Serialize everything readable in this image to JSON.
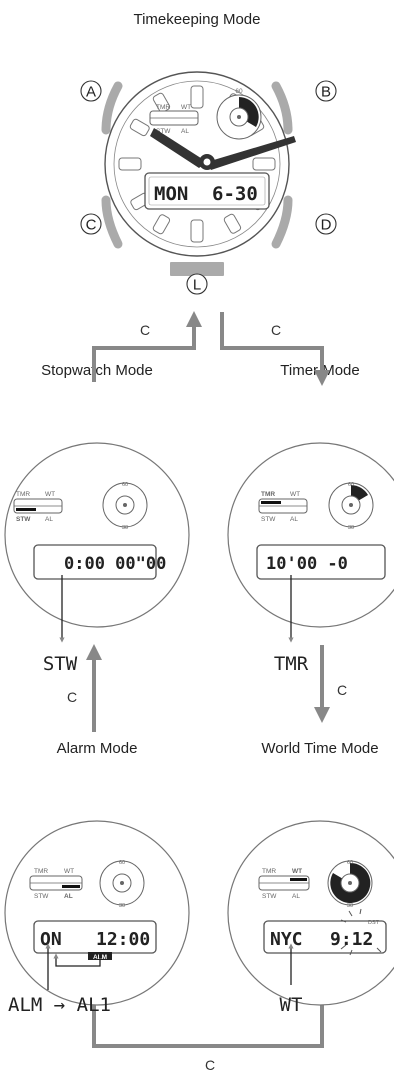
{
  "titles": {
    "timekeeping": "Timekeeping Mode",
    "stopwatch": "Stopwatch Mode",
    "timer": "Timer Mode",
    "alarm": "Alarm Mode",
    "worldtime": "World Time Mode"
  },
  "buttons": {
    "a": "A",
    "b": "B",
    "c": "C",
    "d": "D",
    "l": "L"
  },
  "arrow_label": "C",
  "subdial": {
    "tmr": "TMR",
    "wt": "WT",
    "stw": "STW",
    "al": "AL",
    "sixty": "60",
    "thirty": "30"
  },
  "displays": {
    "timekeeping": {
      "day": "MON",
      "date": "6-30"
    },
    "stopwatch": {
      "text": "0:00 00\"00"
    },
    "timer": {
      "text": "10'00 -0"
    },
    "alarm": {
      "left": "ON",
      "right": "12:00",
      "badge": "ALM"
    },
    "worldtime": {
      "city": "NYC",
      "time": "9:12",
      "dst": "DST"
    }
  },
  "captions": {
    "stopwatch": "STW",
    "timer": "TMR",
    "alarm": "ALM → AL1",
    "worldtime": "WT"
  },
  "colors": {
    "gray": "#999999",
    "line": "#555555",
    "dark": "#222222"
  }
}
